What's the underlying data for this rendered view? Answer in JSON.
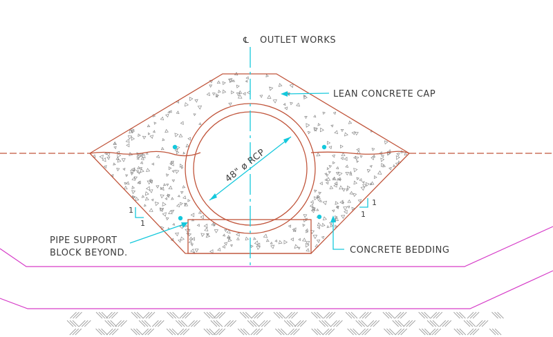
{
  "labels": {
    "centerline_symbol": "℄",
    "centerline": "OUTLET WORKS",
    "lean_cap": "LEAN CONCRETE CAP",
    "pipe": "48\" ø RCP",
    "pipe_support_line1": "PIPE SUPPORT",
    "pipe_support_line2": "BLOCK BEYOND.",
    "concrete_bedding": "CONCRETE BEDDING",
    "slope_left_v": "1",
    "slope_left_h": "1",
    "slope_right_v": "1",
    "slope_right_h": "1"
  },
  "colors": {
    "outline": "#c0543a",
    "leader": "#14c8dc",
    "ground_line": "#d63cc8",
    "hatch": "#a0a0a0",
    "text": "#3a3a3a"
  }
}
